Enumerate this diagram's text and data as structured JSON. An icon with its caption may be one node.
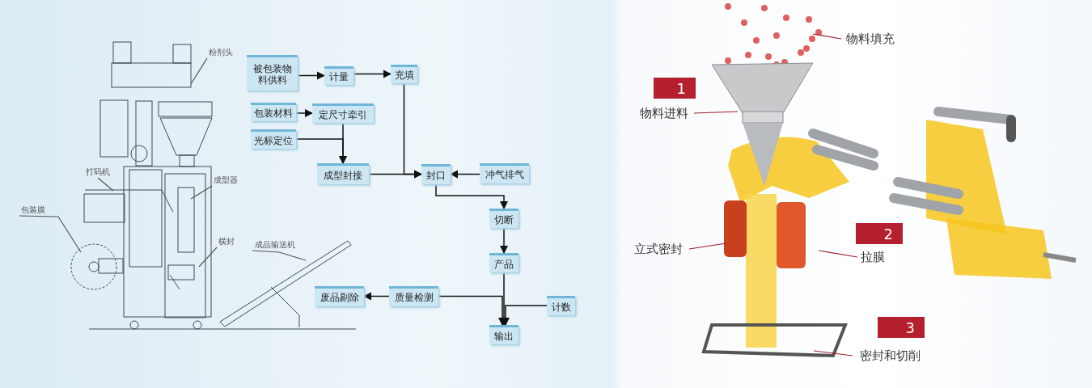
{
  "diagram": {
    "nodes": [
      {
        "text": [
          "被包装物料供料"
        ]
      },
      {
        "text": [
          "计量"
        ]
      },
      {
        "text": [
          "充填"
        ]
      },
      {
        "text": [
          "包装材料"
        ]
      },
      {
        "text": [
          "定尺寸牵引"
        ]
      },
      {
        "text": [
          "光标定位"
        ]
      },
      {
        "text": [
          "成型封接"
        ]
      },
      {
        "text": [
          "封口"
        ]
      },
      {
        "text": [
          "冲气排气"
        ]
      },
      {
        "text": [
          "切断"
        ]
      },
      {
        "text": [
          "产品"
        ]
      },
      {
        "text": [
          "废品剔除"
        ]
      },
      {
        "text": [
          "质量检测"
        ]
      },
      {
        "text": [
          "计数"
        ]
      },
      {
        "text": [
          "输出"
        ]
      },
      {
        "text": [
          "粉剂头"
        ]
      },
      {
        "text": [
          "打码机"
        ]
      },
      {
        "text": [
          "成型器"
        ]
      },
      {
        "text": [
          "包装膜"
        ]
      },
      {
        "text": [
          "横封"
        ]
      },
      {
        "text": [
          "成品输送机"
        ]
      },
      {
        "text": [
          "物料填充"
        ]
      },
      {
        "text": [
          "1"
        ]
      },
      {
        "text": [
          "物料进料"
        ]
      },
      {
        "text": [
          "立式密封"
        ]
      },
      {
        "text": [
          "2"
        ]
      },
      {
        "text": [
          "拉膜"
        ]
      },
      {
        "text": [
          "3"
        ]
      },
      {
        "text": [
          "密封和切削"
        ]
      }
    ],
    "edges": [
      {
        "from": 0,
        "to": 1,
        "arrow": "to"
      },
      {
        "from": 1,
        "to": 2,
        "arrow": "to"
      },
      {
        "from": 3,
        "to": 4,
        "arrow": "to"
      },
      {
        "from": 5,
        "to": 6,
        "arrow": "to"
      },
      {
        "from": 4,
        "to": 6,
        "arrow": "to"
      },
      {
        "from": 2,
        "to": 7,
        "arrow": "to"
      },
      {
        "from": 6,
        "to": 7,
        "arrow": "to"
      },
      {
        "from": 8,
        "to": 7,
        "arrow": "to"
      },
      {
        "from": 7,
        "to": 9,
        "arrow": "to"
      },
      {
        "from": 9,
        "to": 10,
        "arrow": "to"
      },
      {
        "from": 10,
        "to": 14,
        "arrow": "to"
      },
      {
        "from": 12,
        "to": 11,
        "arrow": "to"
      },
      {
        "from": 12,
        "to": 14,
        "arrow": "to"
      },
      {
        "from": 13,
        "to": 14,
        "arrow": "to"
      },
      {
        "from": 15,
        "to": null,
        "arrow": "none",
        "color": "#555555"
      },
      {
        "from": 16,
        "to": null,
        "arrow": "none",
        "color": "#555555"
      },
      {
        "from": 17,
        "to": null,
        "arrow": "none",
        "color": "#555555"
      },
      {
        "from": 18,
        "to": null,
        "arrow": "none",
        "color": "#555555"
      },
      {
        "from": 19,
        "to": null,
        "arrow": "none",
        "color": "#555555"
      },
      {
        "from": 20,
        "to": null,
        "arrow": "none",
        "color": "#555555"
      },
      {
        "from": 21,
        "to": null,
        "arrow": "none",
        "color": "#a01c28"
      },
      {
        "from": 23,
        "to": null,
        "arrow": "none",
        "color": "#a01c28"
      },
      {
        "from": 24,
        "to": null,
        "arrow": "none",
        "color": "#a01c28"
      },
      {
        "from": 26,
        "to": null,
        "arrow": "none",
        "color": "#a01c28"
      },
      {
        "from": 28,
        "to": null,
        "arrow": "none",
        "color": "#a01c28"
      }
    ]
  }
}
